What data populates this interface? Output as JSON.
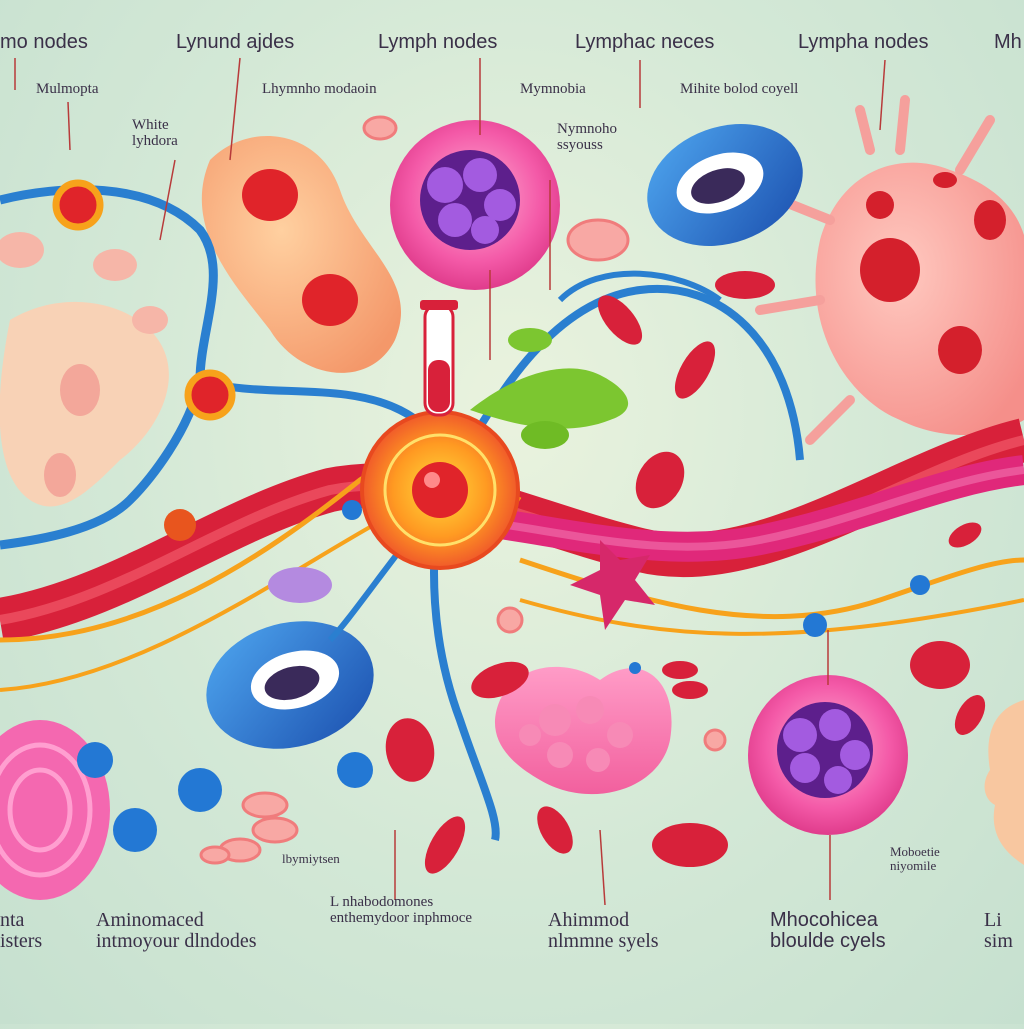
{
  "header_labels": [
    "mo nodes",
    "Lynund ajdes",
    "Lymph nodes",
    "Lymphac neces",
    "Lympha nodes",
    "Mh"
  ],
  "mid_labels": [
    "Mulmopta",
    "White lyhdora",
    "Lhymnho modaoin",
    "Nymnoho ssyouss",
    "Mymnobia",
    "Mihite bolod coyell"
  ],
  "bottom_labels": [
    "lbymiytsen",
    "L nhabodomones enthemydoor inphmoce",
    "Aminomaced intmoyour dlndodes",
    "Ahimmod nlmmne syels",
    "Mhocohicea bloulde cyels",
    "Moboetie niyomile",
    "nta isters",
    "Li sim"
  ],
  "colors": {
    "background": "#d3e8d6",
    "vessel_red": "#d8213a",
    "vessel_blue": "#2a7fd0",
    "lymph_orange": "#f7a21b",
    "cell_pink": "#f45aa8",
    "nucleus_purple": "#7a34b8"
  }
}
